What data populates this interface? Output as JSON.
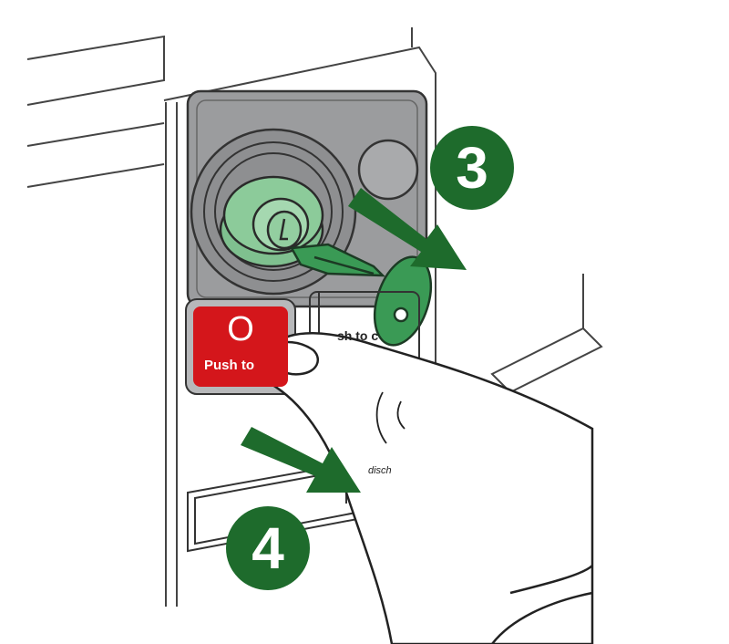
{
  "steps": {
    "step3": "3",
    "step4": "4"
  },
  "off_button": {
    "symbol": "O",
    "label": "Push to"
  },
  "on_button": {
    "label": "sh to c"
  },
  "indicator": {
    "label": "disch"
  },
  "colors": {
    "step_circle": "#1e6b2c",
    "arrow": "#1e6b2c",
    "off_button": "#d4161b",
    "lock_green": "#7fc08f",
    "key_green": "#3a9a55",
    "panel_gray": "#9b9c9e"
  },
  "icons": {
    "arrow3": "arrow-right-icon",
    "arrow4": "arrow-right-icon",
    "key": "key-icon",
    "lock": "lock-cylinder-icon",
    "finger": "hand-pointer-icon"
  }
}
